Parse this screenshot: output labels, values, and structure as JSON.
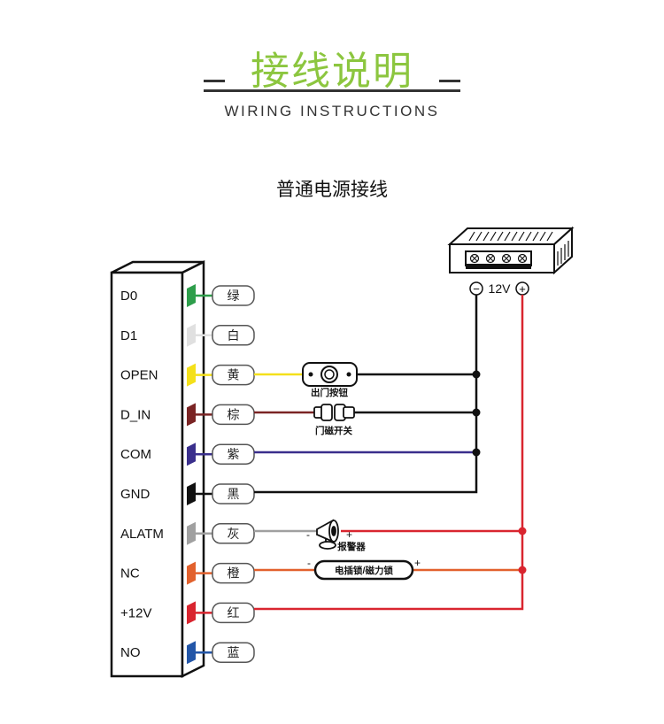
{
  "header": {
    "title": "接线说明",
    "subtitle": "WIRING INSTRUCTIONS",
    "accent_color": "#8cc63f"
  },
  "section_title": "普通电源接线",
  "terminals": [
    {
      "label": "D0",
      "wire": "绿",
      "color": "#2e9e4b"
    },
    {
      "label": "D1",
      "wire": "白",
      "color": "#e0e0e0"
    },
    {
      "label": "OPEN",
      "wire": "黄",
      "color": "#f4e01a"
    },
    {
      "label": "D_IN",
      "wire": "棕",
      "color": "#7a2424"
    },
    {
      "label": "COM",
      "wire": "紫",
      "color": "#3a2f8c"
    },
    {
      "label": "GND",
      "wire": "黑",
      "color": "#111111"
    },
    {
      "label": "ALATM",
      "wire": "灰",
      "color": "#a0a0a0"
    },
    {
      "label": "NC",
      "wire": "橙",
      "color": "#e2612d"
    },
    {
      "label": "+12V",
      "wire": "红",
      "color": "#d9252f"
    },
    {
      "label": "NO",
      "wire": "蓝",
      "color": "#2356a8"
    }
  ],
  "power_supply": {
    "label": "12V",
    "negative": "−",
    "positive": "+"
  },
  "devices": {
    "exit_button": "出门按钮",
    "door_sensor": "门磁开关",
    "alarm": "报警器",
    "alarm_minus": "-",
    "alarm_plus": "+",
    "lock": "电插锁/磁力锁",
    "lock_minus": "-",
    "lock_plus": "+"
  },
  "wire_colors": {
    "black": "#111111",
    "red": "#d9252f",
    "orange": "#e2612d"
  }
}
